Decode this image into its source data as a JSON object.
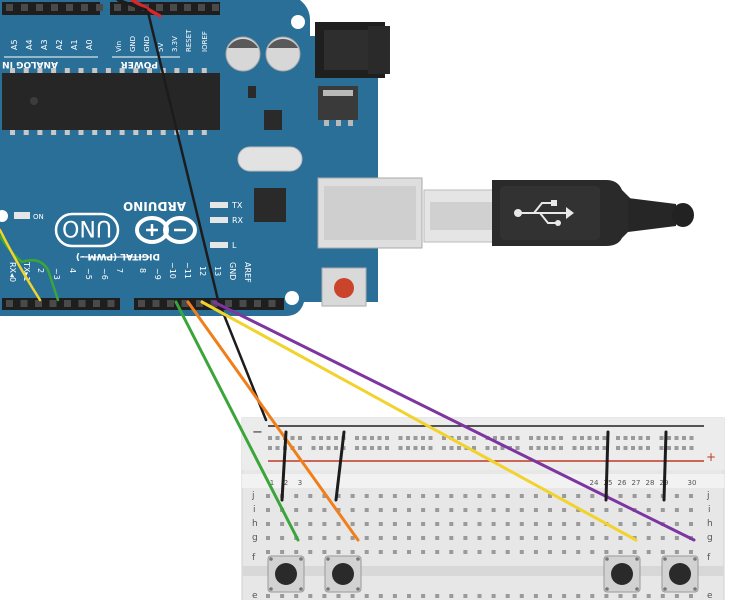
{
  "board": {
    "analog_header": "ANALOG IN",
    "analog_pins": [
      "A5",
      "A4",
      "A3",
      "A2",
      "A1",
      "A0"
    ],
    "power_header": "POWER",
    "power_pins": [
      "Vin",
      "GND",
      "GND",
      "5V",
      "3.3V",
      "RESET",
      "IOREF"
    ],
    "brand": "ARDUINO",
    "model": "UNO",
    "on_label": "ON",
    "tx_label": "TX",
    "rx_label": "RX",
    "l_label": "L",
    "digital_label": "DIGITAL (PWM~)",
    "digital_pins_left": [
      "RX◂0",
      "TX▸1",
      "2",
      "~3",
      "4",
      "~5",
      "~6",
      "7"
    ],
    "digital_pins_right": [
      "8",
      "~9",
      "~10",
      "~11",
      "12",
      "13",
      "GND",
      "AREF"
    ]
  },
  "breadboard": {
    "minus_label": "−",
    "plus_label": "+",
    "column_numbers": [
      "1",
      "2",
      "3",
      "24",
      "25",
      "26",
      "27",
      "28",
      "29",
      "30"
    ],
    "row_letters_left": [
      "j",
      "i",
      "h",
      "g",
      "f",
      "e"
    ],
    "row_letters_right": [
      "j",
      "i",
      "h",
      "g",
      "f",
      "e"
    ]
  },
  "colors": {
    "board": "#2a6f98",
    "board_dark": "#225c80",
    "wire_green": "#3aa63a",
    "wire_orange": "#f07f1b",
    "wire_yellow": "#f2d22c",
    "wire_purple": "#7d35a0",
    "wire_black": "#1c1c1c",
    "wire_red": "#d8262b",
    "rail_red": "#c0392b"
  }
}
